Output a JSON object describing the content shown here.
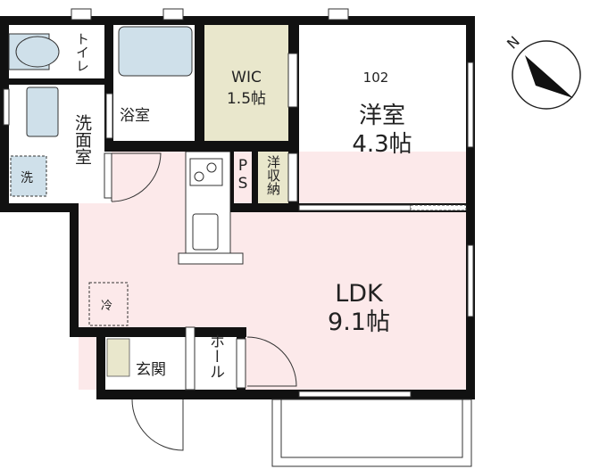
{
  "floor_plan": {
    "unit_number": "102",
    "rooms": {
      "toilet": {
        "label": "トイレ"
      },
      "washroom": {
        "label": "洗面室",
        "washer_mark": "洗"
      },
      "bathroom": {
        "label": "浴室"
      },
      "wic": {
        "label": "WIC",
        "size": "1.5帖"
      },
      "western_room": {
        "label": "洋室",
        "size": "4.3帖"
      },
      "ps": {
        "label": "PS"
      },
      "closet": {
        "label": "洋収納"
      },
      "ldk": {
        "label": "LDK",
        "size": "9.1帖",
        "fridge_mark": "冷"
      },
      "entrance": {
        "label": "玄関"
      },
      "hall": {
        "label": "ホール"
      }
    },
    "colors": {
      "wall": "#111111",
      "ldk_floor": "#fce9ea",
      "storage_floor": "#e9e7cc",
      "fixture": "#cfe0ea"
    },
    "compass": {
      "label": "N",
      "icon": "north-arrow-icon"
    }
  }
}
